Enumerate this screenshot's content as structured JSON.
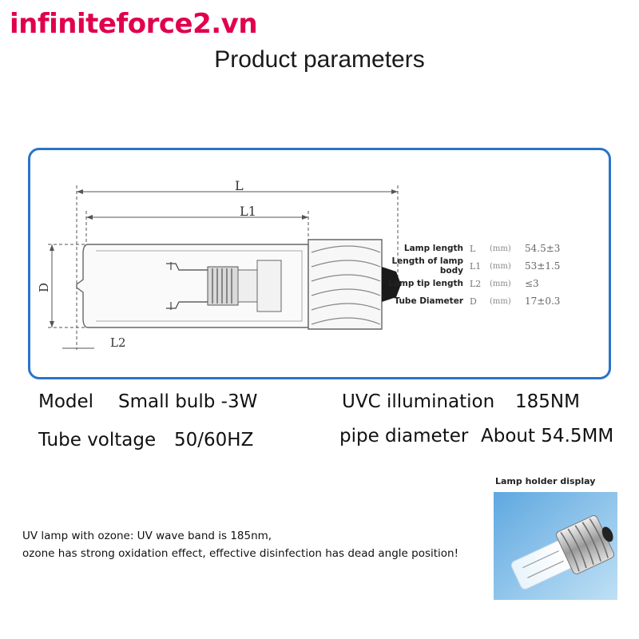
{
  "watermark": "infiniteforce2.vn",
  "title": "Product parameters",
  "diagram": {
    "label_L": "L",
    "label_L1": "L1",
    "label_D": "D",
    "label_L2": "L2",
    "specs": [
      {
        "name": "Lamp length",
        "symbol": "L",
        "unit": "(mm)",
        "value": "54.5±3"
      },
      {
        "name": "Length of lamp body",
        "symbol": "L1",
        "unit": "(mm)",
        "value": "53±1.5"
      },
      {
        "name": "Lamp tip length",
        "symbol": "L2",
        "unit": "(mm)",
        "value": "≤3"
      },
      {
        "name": "Tube Diameter",
        "symbol": "D",
        "unit": "(mm)",
        "value": "17±0.3"
      }
    ]
  },
  "params": {
    "model_label": "Model",
    "model_value": "Small bulb -3W",
    "uvc_label": "UVC illumination",
    "uvc_value": "185NM",
    "voltage_label": "Tube voltage",
    "voltage_value": "50/60HZ",
    "pipe_label": "pipe diameter",
    "pipe_value": "About 54.5MM"
  },
  "note": {
    "line1": "UV lamp with ozone: UV wave band is 185nm,",
    "line2": "ozone has strong oxidation effect, effective disinfection has dead angle position!"
  },
  "holder": {
    "label": "Lamp holder display"
  }
}
